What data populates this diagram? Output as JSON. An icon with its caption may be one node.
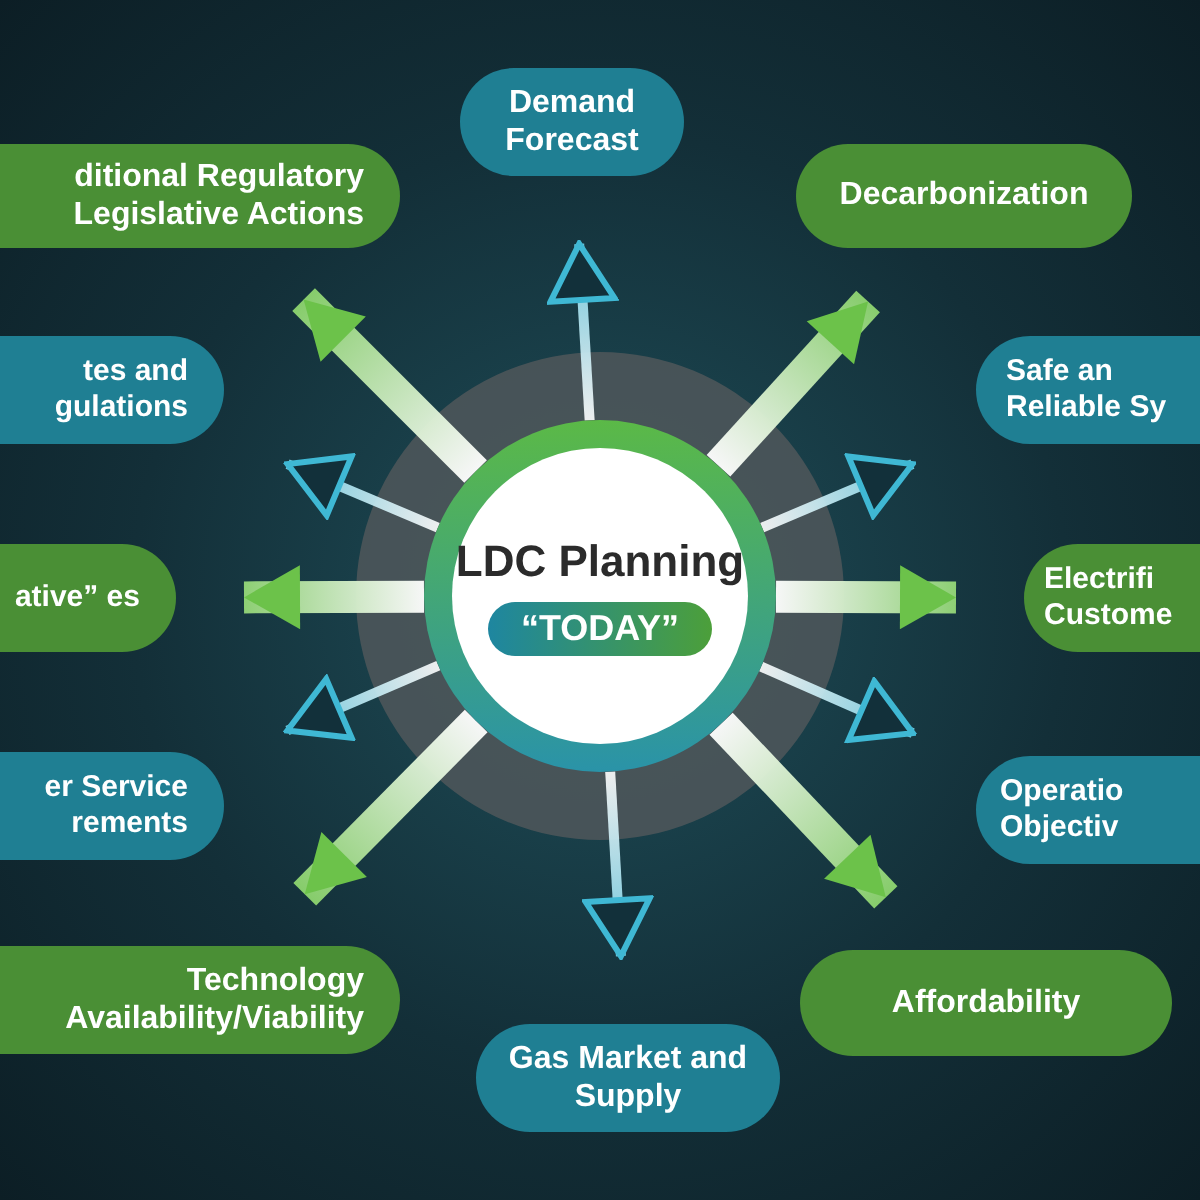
{
  "diagram": {
    "nodes": [
      {
        "text": [
          "LDC Planning",
          "“TODAY”"
        ]
      },
      {
        "text": [
          "Demand Forecast"
        ]
      },
      {
        "text": [
          "Decarbonization"
        ]
      },
      {
        "text": [
          "Safe an Reliable Sy"
        ]
      },
      {
        "text": [
          "Electrifi Custome"
        ]
      },
      {
        "text": [
          "Operatio Objectiv"
        ]
      },
      {
        "text": [
          "Affordability"
        ]
      },
      {
        "text": [
          "Gas Market and Supply"
        ]
      },
      {
        "text": [
          "Technology Availability/Viability"
        ]
      },
      {
        "text": [
          "er Service rements"
        ]
      },
      {
        "text": [
          "ative” es"
        ]
      },
      {
        "text": [
          "tes and gulations"
        ]
      },
      {
        "text": [
          "ditional Regulatory Legislative Actions"
        ]
      }
    ],
    "edges": [
      {
        "from": 0,
        "to": 1,
        "arrow": "to",
        "color": "#3fb8d4"
      },
      {
        "from": 0,
        "to": 2,
        "arrow": "to",
        "style": "thick",
        "color": "#6cc24a"
      },
      {
        "from": 0,
        "to": 3,
        "arrow": "to",
        "color": "#3fb8d4"
      },
      {
        "from": 0,
        "to": 4,
        "arrow": "to",
        "style": "thick",
        "color": "#6cc24a"
      },
      {
        "from": 0,
        "to": 5,
        "arrow": "to",
        "color": "#3fb8d4"
      },
      {
        "from": 0,
        "to": 6,
        "arrow": "to",
        "style": "thick",
        "color": "#6cc24a"
      },
      {
        "from": 0,
        "to": 7,
        "arrow": "to",
        "color": "#3fb8d4"
      },
      {
        "from": 0,
        "to": 8,
        "arrow": "to",
        "style": "thick",
        "color": "#6cc24a"
      },
      {
        "from": 0,
        "to": 9,
        "arrow": "to",
        "color": "#3fb8d4"
      },
      {
        "from": 0,
        "to": 10,
        "arrow": "to",
        "style": "thick",
        "color": "#6cc24a"
      },
      {
        "from": 0,
        "to": 11,
        "arrow": "to",
        "color": "#3fb8d4"
      },
      {
        "from": 0,
        "to": 12,
        "arrow": "to",
        "style": "thick",
        "color": "#6cc24a"
      }
    ]
  }
}
